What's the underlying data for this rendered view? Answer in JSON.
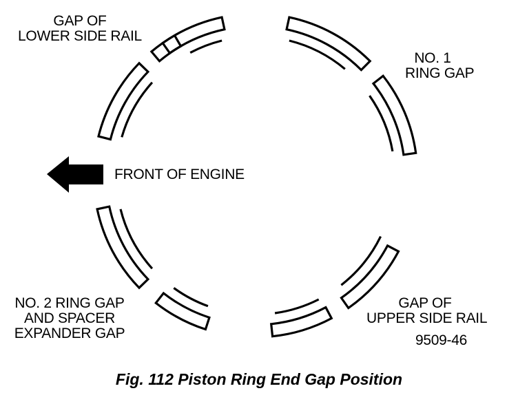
{
  "labels": {
    "lower_side_rail": [
      "GAP OF",
      "LOWER SIDE RAIL"
    ],
    "no1_ring_gap": [
      "NO. 1",
      "RING GAP"
    ],
    "front_of_engine": "FRONT OF ENGINE",
    "no2_ring_gap": [
      "NO. 2 RING GAP",
      "AND SPACER",
      "EXPANDER GAP"
    ],
    "upper_side_rail": [
      "GAP OF",
      "UPPER SIDE RAIL"
    ],
    "figure_code": "9509-46"
  },
  "caption": "Fig. 112 Piston Ring End Gap Position",
  "colors": {
    "ink": "#000000",
    "paper": "#ffffff"
  }
}
